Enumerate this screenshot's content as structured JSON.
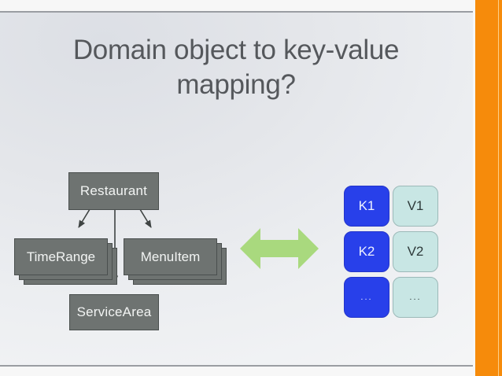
{
  "slide": {
    "title": "Domain object to key-value mapping?",
    "title_line1": "Domain object to key-value",
    "title_line2": "mapping?"
  },
  "theme": {
    "accent_orange": "#f68b0b",
    "accent_orange_highlight": "#fcd08a",
    "box_fill": "#6e7371",
    "box_border": "#4a4f4e",
    "box_text": "#f2f4f3",
    "title_color": "#55585c",
    "key_fill": "#2840ea",
    "key_text": "#eef1ff",
    "value_fill": "#c8e6e4",
    "value_text": "#2e3a3a",
    "arrow_green": "#a9d97e",
    "connector_stroke": "#4a4f4e",
    "slide_bg_light": "#f5f6f7",
    "slide_bg_dark": "#dcdfe5"
  },
  "domain_model": {
    "root": {
      "label": "Restaurant"
    },
    "children": [
      {
        "label": "TimeRange",
        "stacked": true,
        "stack_count": 3
      },
      {
        "label": "MenuItem",
        "stacked": true,
        "stack_count": 3
      },
      {
        "label": "ServiceArea",
        "stacked": false,
        "stack_count": 1
      }
    ]
  },
  "mapping_arrow": {
    "icon": "double-headed-horizontal-arrow",
    "color": "#a9d97e"
  },
  "key_value_table": {
    "rows": [
      {
        "key": "K1",
        "value": "V1"
      },
      {
        "key": "K2",
        "value": "V2"
      },
      {
        "key": "...",
        "value": "..."
      }
    ]
  }
}
